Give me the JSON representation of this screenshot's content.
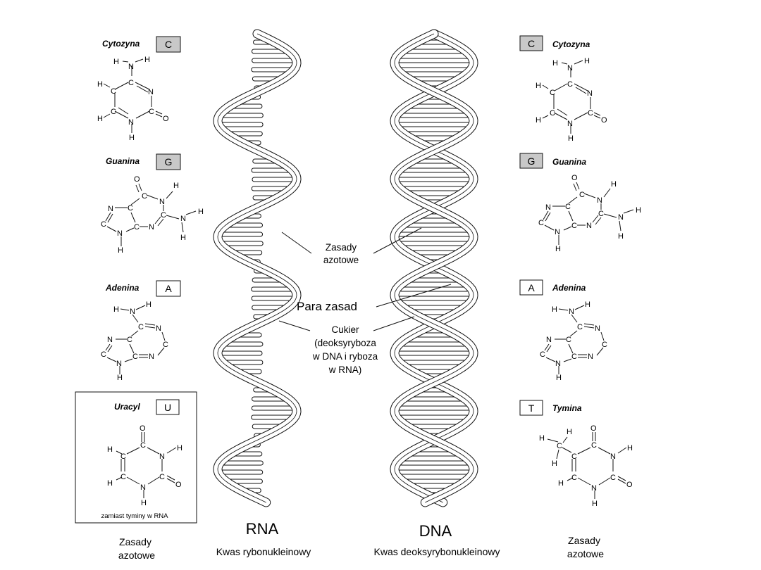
{
  "bases": {
    "cytosine": {
      "name": "Cytozyna",
      "letter": "C"
    },
    "guanine": {
      "name": "Guanina",
      "letter": "G"
    },
    "adenine": {
      "name": "Adenina",
      "letter": "A"
    },
    "uracil": {
      "name": "Uracyl",
      "letter": "U",
      "note": "zamiast tyminy w RNA"
    },
    "thymine": {
      "name": "Tymina",
      "letter": "T"
    }
  },
  "atoms": {
    "H": "H",
    "N": "N",
    "C": "C",
    "O": "O"
  },
  "helix_labels": {
    "bases_line1": "Zasady",
    "bases_line2": "azotowe",
    "base_pair": "Para zasad",
    "sugar_line1": "Cukier",
    "sugar_line2": "(deoksyryboza",
    "sugar_line3": "w DNA i ryboza",
    "sugar_line4": "w RNA)"
  },
  "rna": {
    "title": "RNA",
    "subtitle": "Kwas rybonukleinowy"
  },
  "dna": {
    "title": "DNA",
    "subtitle": "Kwas deoksyrybonukleinowy"
  },
  "bottom_left": {
    "line1": "Zasady",
    "line2": "azotowe"
  },
  "bottom_right": {
    "line1": "Zasady",
    "line2": "azotowe"
  },
  "colors": {
    "ink": "#111111",
    "badge_fill": "#c8c8c8",
    "badge_plain": "#ffffff"
  }
}
